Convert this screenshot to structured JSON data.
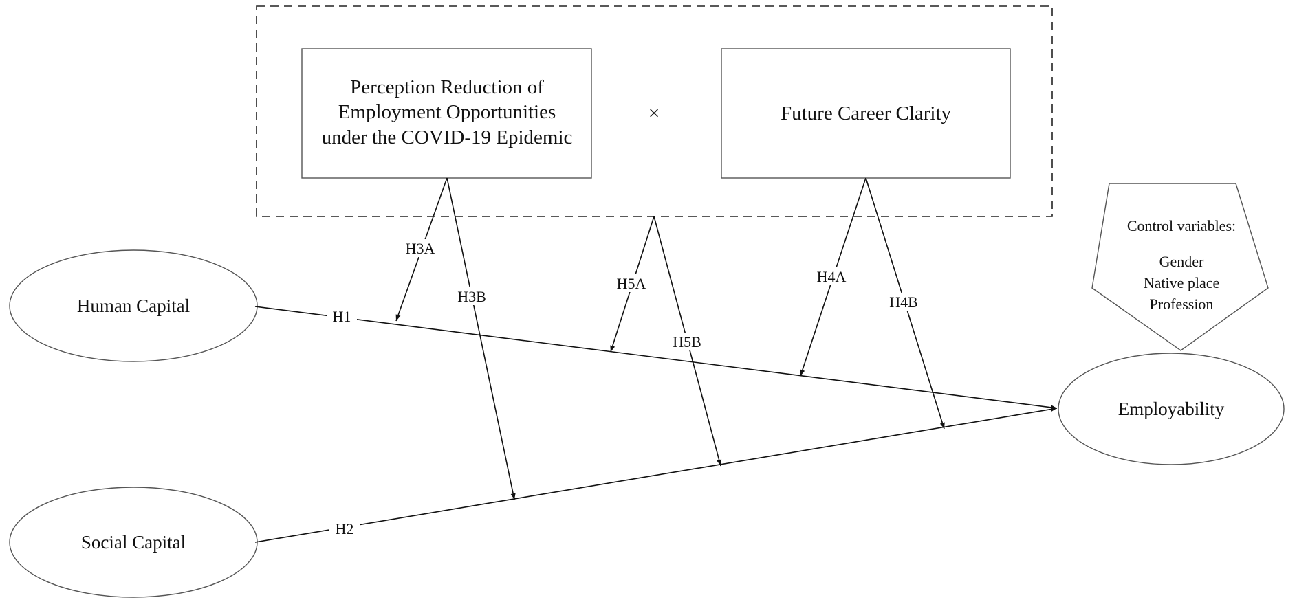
{
  "boxes": {
    "perception": {
      "lines": [
        "Perception Reduction of",
        "Employment Opportunities",
        "under the COVID-19 Epidemic"
      ]
    },
    "clarity": {
      "label": "Future Career Clarity"
    },
    "times_symbol": "×"
  },
  "nodes": {
    "human_capital": "Human Capital",
    "social_capital": "Social Capital",
    "employability": "Employability"
  },
  "control": {
    "title": "Control variables:",
    "items": [
      "Gender",
      "Native place",
      "Profession"
    ]
  },
  "hypotheses": {
    "h1": "H1",
    "h2": "H2",
    "h3a": "H3A",
    "h3b": "H3B",
    "h4a": "H4A",
    "h4b": "H4B",
    "h5a": "H5A",
    "h5b": "H5B"
  }
}
